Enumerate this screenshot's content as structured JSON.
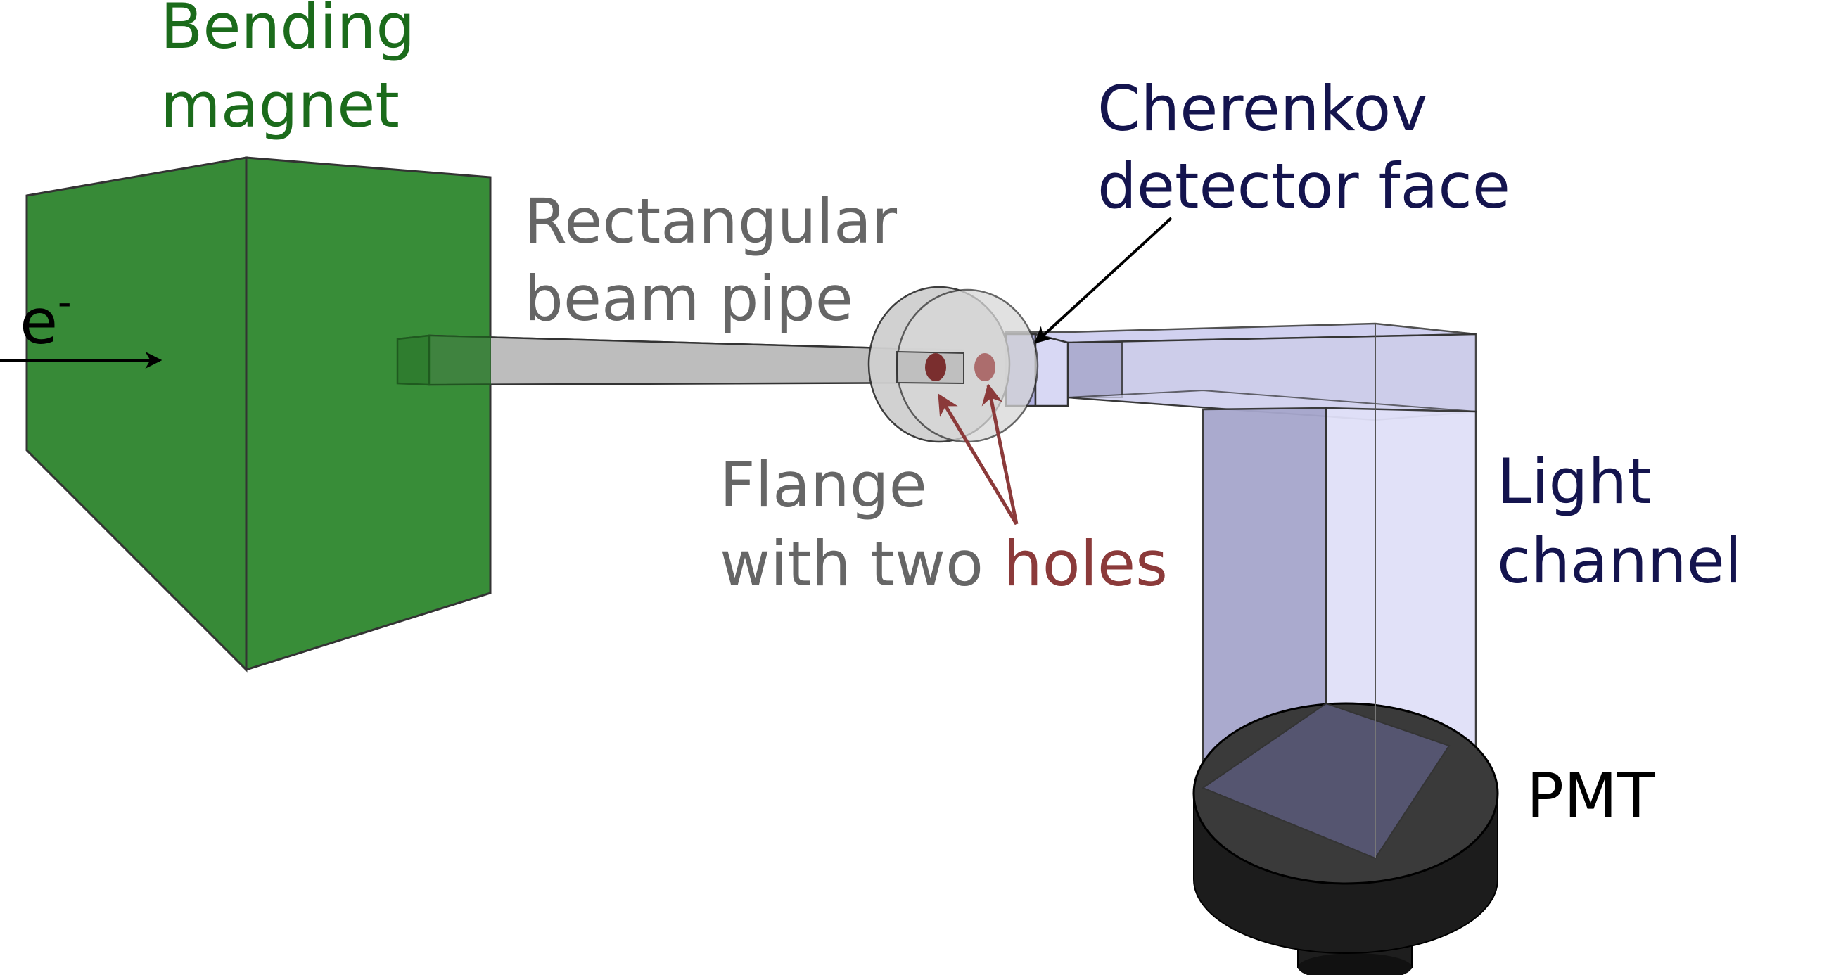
{
  "labels": {
    "bending_magnet_line1": "Bending",
    "bending_magnet_line2": "magnet",
    "electron": "e",
    "electron_charge": "-",
    "beam_pipe_line1": "Rectangular",
    "beam_pipe_line2": "beam pipe",
    "cherenkov_line1": "Cherenkov",
    "cherenkov_line2": "detector face",
    "flange_line1": "Flange",
    "flange_line2_prefix": "with two ",
    "flange_line2_holes": "holes",
    "light_channel_line1": "Light",
    "light_channel_line2": "channel",
    "pmt": "PMT"
  },
  "colors": {
    "magnet_green": "#3a8a3a",
    "magnet_label_green": "#1b6b1b",
    "pipe_gray": "#bdbdbd",
    "flange_gray": "#cfcfcf",
    "hole_red": "#7a2e2e",
    "arrow_red": "#8b3a3a",
    "light_channel_blue": "#b8b8e0",
    "cherenkov_label_navy": "#14144e",
    "pmt_black": "#1a1a1a",
    "label_gray": "#666666"
  }
}
